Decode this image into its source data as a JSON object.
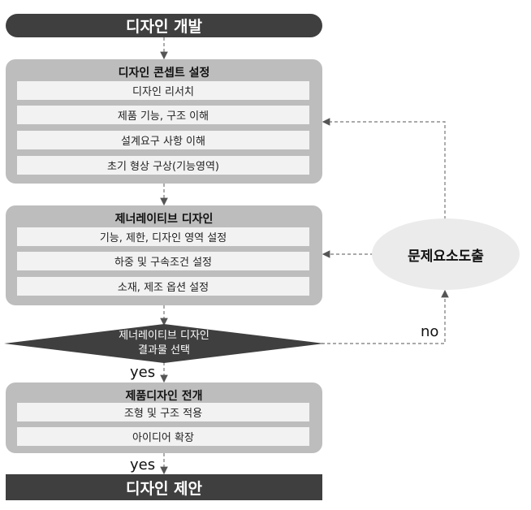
{
  "top_bar": {
    "label": "디자인 개발"
  },
  "concept_group": {
    "title": "디자인 콘셉트 설정",
    "items": [
      "디자인 리서치",
      "제품 기능, 구조 이해",
      "설계요구 사항 이해",
      "초기 형상 구상(기능영역)"
    ]
  },
  "generative_group": {
    "title": "제너레이티브 디자인",
    "items": [
      "기능, 제한, 디자인 영역 설정",
      "하중 및 구속조건 설정",
      "소재, 제조 옵션 설정"
    ]
  },
  "decision": {
    "line1": "제너레이티브 디자인",
    "line2": "결과물 선택"
  },
  "product_group": {
    "title": "제품디자인 전개",
    "items": [
      "조형 및 구조 적용",
      "아이디어 확장"
    ]
  },
  "problem_node": {
    "label": "문제요소도출"
  },
  "labels": {
    "yes": "yes",
    "no": "no"
  },
  "bottom_bar": {
    "label": "디자인 제안"
  },
  "colors": {
    "dark": "#3f3f3f",
    "group": "#bdbdbd",
    "item": "#f2f2f2",
    "circle": "#ebebeb",
    "dashed": "#777777"
  }
}
